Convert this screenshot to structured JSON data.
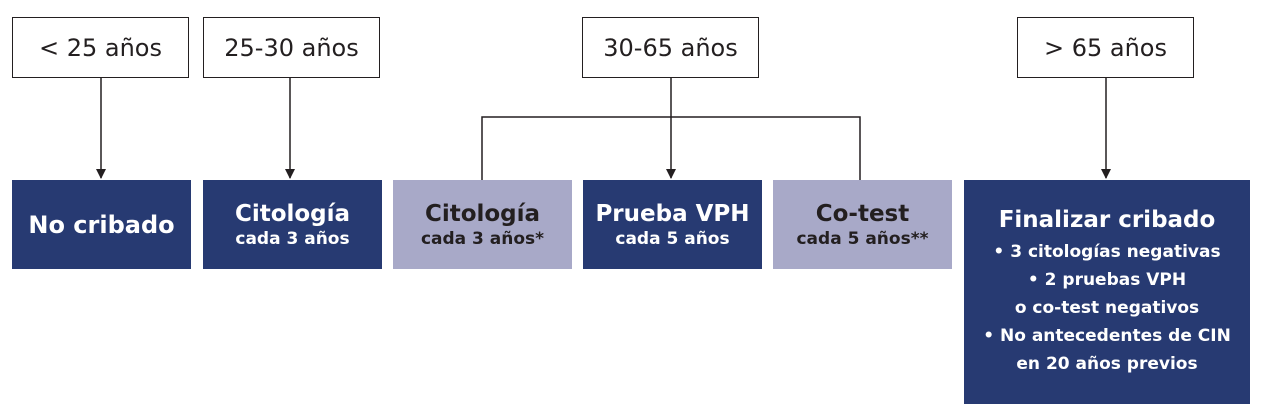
{
  "age_groups": [
    {
      "label": "< 25 años"
    },
    {
      "label": "25-30 años"
    },
    {
      "label": "30-65 años"
    },
    {
      "label": "> 65 años"
    }
  ],
  "outcomes": {
    "no_screening": {
      "title": "No cribado"
    },
    "cytology_25_30": {
      "title": "Citología",
      "subtitle": "cada 3 años"
    },
    "cytology_30_65": {
      "title": "Citología",
      "subtitle": "cada 3 años*"
    },
    "hpv_test": {
      "title": "Prueba VPH",
      "subtitle": "cada 5 años"
    },
    "cotest": {
      "title": "Co-test",
      "subtitle": "cada 5 años**"
    },
    "finish": {
      "title": "Finalizar cribado",
      "lines": [
        "• 3 citologías negativas",
        "• 2 pruebas VPH",
        "o co-test negativos",
        "• No antecedentes de CIN",
        "en 20 años previos"
      ]
    }
  },
  "colors": {
    "dark_box": "#273a72",
    "light_box": "#a8a9c8",
    "line": "#231f20"
  }
}
